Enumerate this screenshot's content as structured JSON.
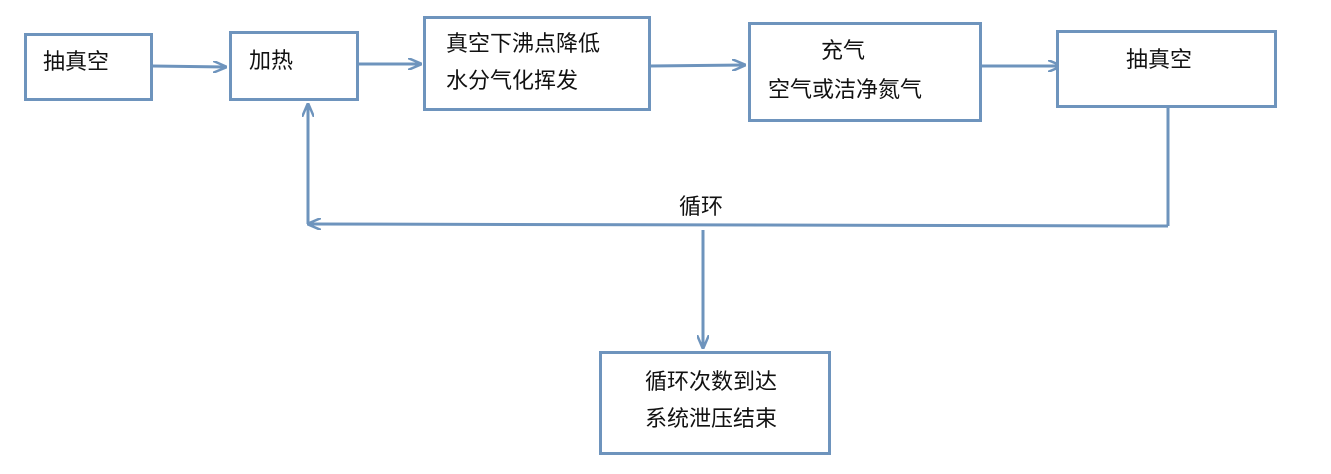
{
  "colors": {
    "box_border": "#6e94bd",
    "arrow": "#6e94bd",
    "text": "#111111"
  },
  "steps": {
    "evacuate_1": {
      "text": "抽真空"
    },
    "heating": {
      "text": "加热"
    },
    "vaporize": {
      "line1": "真空下沸点降低",
      "line2": "水分气化挥发"
    },
    "refill": {
      "line1": "充气",
      "line2": "空气或洁净氮气"
    },
    "evacuate_2": {
      "text": "抽真空"
    },
    "finish": {
      "line1": "循环次数到达",
      "line2": "系统泄压结束"
    }
  },
  "loop": {
    "label": "循环"
  }
}
